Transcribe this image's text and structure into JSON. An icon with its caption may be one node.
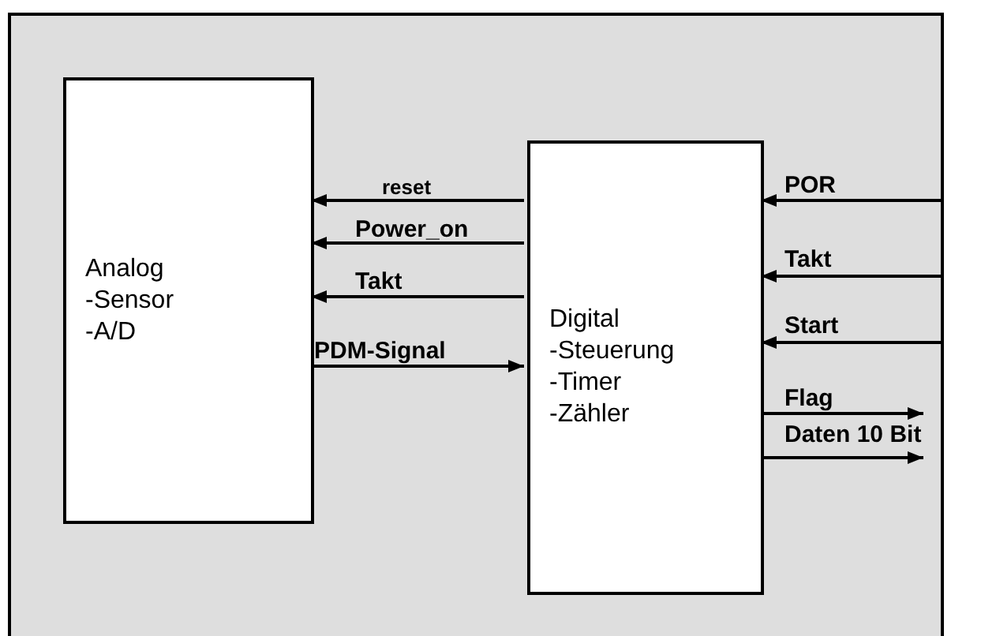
{
  "diagram": {
    "nodes": [
      {
        "text": [],
        "shape": "box"
      },
      {
        "text": [
          "Analog",
          "-Sensor",
          "-A/D"
        ],
        "in": 0
      },
      {
        "text": [
          "Digital",
          "-Steuerung",
          "-Timer",
          "-Zähler"
        ],
        "in": 0
      }
    ],
    "edges": [
      {
        "from": 2,
        "to": 1,
        "arrow": "to",
        "label": "reset"
      },
      {
        "from": 2,
        "to": 1,
        "arrow": "to",
        "label": "Power_on"
      },
      {
        "from": 2,
        "to": 1,
        "arrow": "to",
        "label": "Takt"
      },
      {
        "from": 1,
        "to": 2,
        "arrow": "to",
        "label": "PDM-Signal"
      },
      {
        "from": null,
        "to": 2,
        "arrow": "to",
        "label": "POR"
      },
      {
        "from": null,
        "to": 2,
        "arrow": "to",
        "label": "Takt"
      },
      {
        "from": null,
        "to": 2,
        "arrow": "to",
        "label": "Start"
      },
      {
        "from": 2,
        "to": null,
        "arrow": "to",
        "label": "Flag"
      },
      {
        "from": 2,
        "to": null,
        "arrow": "to",
        "label": "Daten 10 Bit"
      }
    ]
  }
}
